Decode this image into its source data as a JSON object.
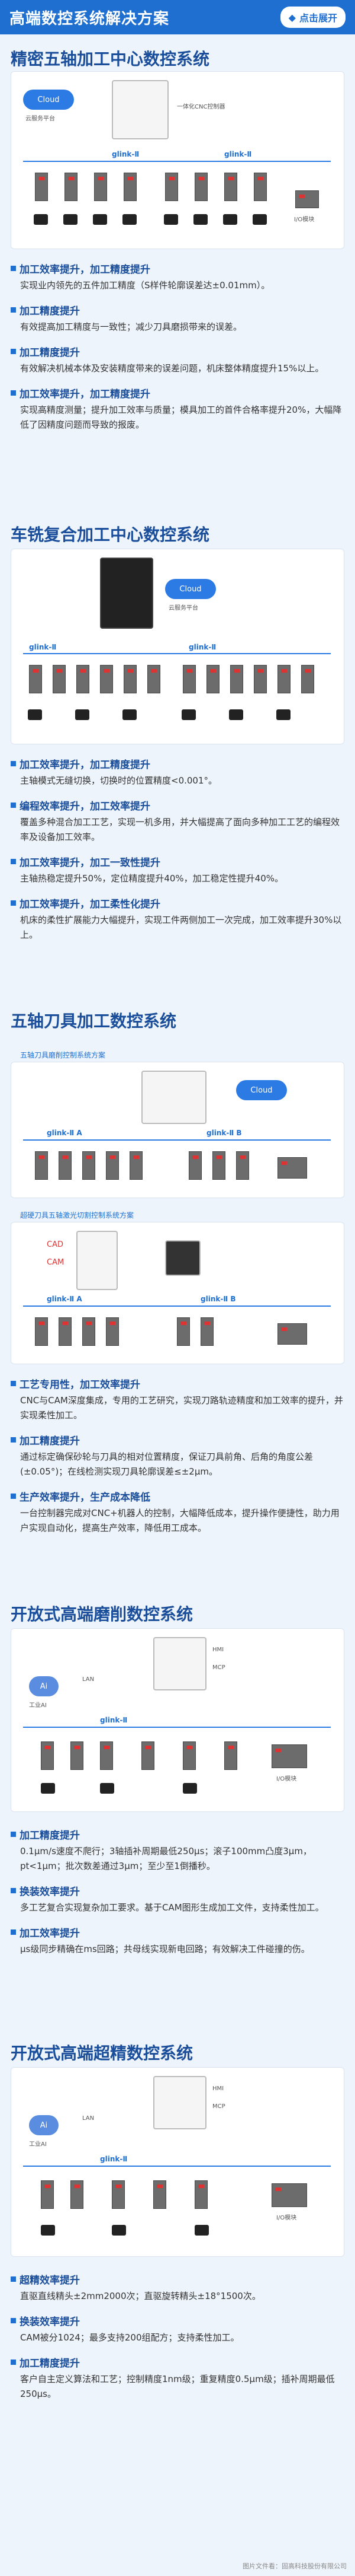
{
  "header": {
    "title": "高端数控系统解决方案",
    "expand_label": "点击展开"
  },
  "sections": [
    {
      "title": "精密五轴加工中心数控系统",
      "diagram": {
        "cloud": "Cloud",
        "cloud_sub": "云服务平台",
        "ctrl_label": "一体化CNC控制器",
        "glink1": "glink-Ⅱ",
        "glink2": "glink-Ⅱ",
        "io_label": "I/O模块"
      },
      "items": [
        {
          "head": "加工效率提升，加工精度提升",
          "text": "实现业内领先的五件加工精度（S样件轮廓误差达±0.01mm）。"
        },
        {
          "head": "加工精度提升",
          "text": "有效提高加工精度与一致性；减少刀具磨损带来的误差。"
        },
        {
          "head": "加工精度提升",
          "text": "有效解决机械本体及安装精度带来的误差问题，机床整体精度提升15%以上。"
        },
        {
          "head": "加工效率提升，加工精度提升",
          "text": "实现高精度测量；提升加工效率与质量；模具加工的首件合格率提升20%，大幅降低了因精度问题而导致的报废。"
        }
      ]
    },
    {
      "title": "车铣复合加工中心数控系统",
      "diagram": {
        "cloud": "Cloud",
        "cloud_sub": "云服务平台",
        "glink1": "glink-Ⅱ",
        "glink2": "glink-Ⅱ"
      },
      "items": [
        {
          "head": "加工效率提升，加工精度提升",
          "text": "主轴模式无缝切换，切换时的位置精度<0.001°。"
        },
        {
          "head": "编程效率提升，加工效率提升",
          "text": "覆盖多种混合加工工艺，实现一机多用，并大幅提高了面向多种加工工艺的编程效率及设备加工效率。"
        },
        {
          "head": "加工效率提升，加工一致性提升",
          "text": "主轴热稳定提升50%，定位精度提升40%，加工稳定性提升40%。"
        },
        {
          "head": "加工效率提升，加工柔性化提升",
          "text": "机床的柔性扩展能力大幅提升，实现工件两侧加工一次完成，加工效率提升30%以上。"
        }
      ]
    },
    {
      "title": "五轴刀具加工数控系统",
      "captions": [
        "五轴刀具磨削控制系统方案",
        "超硬刀具五轴激光切割控制系统方案"
      ],
      "diagram": {
        "cloud": "Cloud",
        "glink1": "glink-Ⅱ A",
        "glink2": "glink-Ⅱ B",
        "glink3": "glink-Ⅱ A",
        "glink4": "glink-Ⅱ B",
        "cad": "CAD",
        "cam": "CAM"
      },
      "items": [
        {
          "head": "工艺专用性，加工效率提升",
          "text": "CNC与CAM深度集成，专用的工艺研究，实现刀路轨迹精度和加工效率的提升，并实现柔性加工。"
        },
        {
          "head": "加工精度提升",
          "text": "通过标定确保砂轮与刀具的相对位置精度，保证刀具前角、后角的角度公差(±0.05°)；在线检测实现刀具轮廓误差≤±2μm。"
        },
        {
          "head": "生产效率提升，生产成本降低",
          "text": "一台控制器完成对CNC+机器人的控制，大幅降低成本，提升操作便捷性，助力用户实现自动化，提高生产效率，降低用工成本。"
        }
      ]
    },
    {
      "title": "开放式高端磨削数控系统",
      "diagram": {
        "ai": "Ai",
        "ai_sub": "工业AI",
        "lan": "LAN",
        "glink": "glink-Ⅱ",
        "hmi": "HMI",
        "mcp": "MCP",
        "io": "I/O模块"
      },
      "items": [
        {
          "head": "加工精度提升",
          "text": "0.1μm/s速度不爬行；3轴插补周期最低250μs；滚子100mm凸度3μm，pt<1μm；批次数差通过3μm；至少至1倒播秒。"
        },
        {
          "head": "换装效率提升",
          "text": "多工艺复合实现复杂加工要求。基于CAM图形生成加工文件，支持柔性加工。"
        },
        {
          "head": "加工效率提升",
          "text": "μs级同步精确在ms回路；共母线实现新电回路；有效解决工件碰撞的伤。"
        }
      ]
    },
    {
      "title": "开放式高端超精数控系统",
      "diagram": {
        "ai": "Ai",
        "ai_sub": "工业AI",
        "lan": "LAN",
        "glink": "glink-Ⅱ",
        "hmi": "HMI",
        "mcp": "MCP",
        "io": "I/O模块"
      },
      "items": [
        {
          "head": "超精效率提升",
          "text": "直驱直线精头±2mm2000次；直驱旋转精头±18°1500次。"
        },
        {
          "head": "换装效率提升",
          "text": "CAM被分1024；最多支持200组配方；支持柔性加工。"
        },
        {
          "head": "加工精度提升",
          "text": "客户自主定义算法和工艺；控制精度1nm级；重复精度0.5μm级；插补周期最低250μs。"
        }
      ]
    }
  ],
  "footer": "图片文件看：固高科技股份有限公司"
}
